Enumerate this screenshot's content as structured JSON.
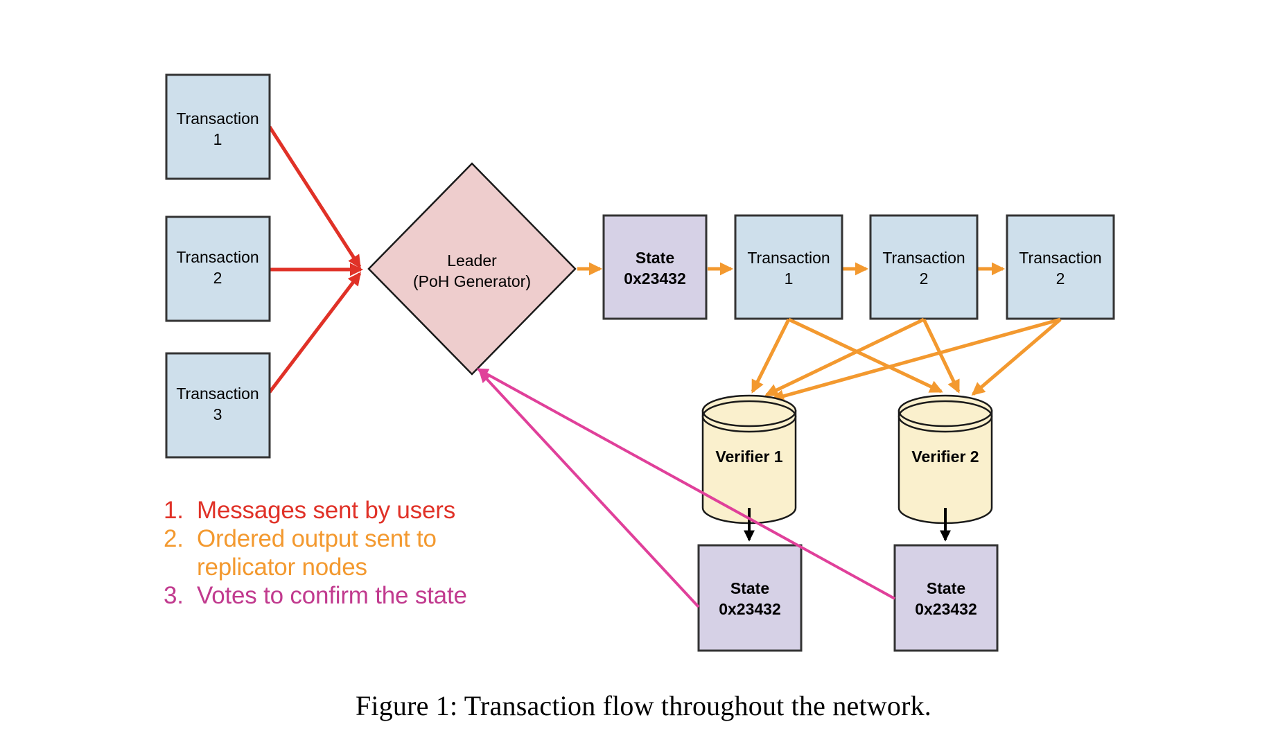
{
  "figure": {
    "caption": "Figure 1:  Transaction flow throughout the network."
  },
  "colors": {
    "transaction_fill": "#cedfeb",
    "transaction_stroke": "#333333",
    "leader_fill": "#eecdcd",
    "leader_stroke": "#1a1a1a",
    "state_fill": "#d6d1e6",
    "state_stroke": "#333333",
    "verifier_fill": "#faf0cd",
    "verifier_stroke": "#1a1a1a",
    "arrow_messages": "#e03127",
    "arrow_ordered_output": "#f3992f",
    "arrow_votes": "#e0409a",
    "arrow_black": "#000000",
    "background": "#ffffff"
  },
  "inputs": {
    "transactions": [
      {
        "line1": "Transaction",
        "line2": "1"
      },
      {
        "line1": "Transaction",
        "line2": "2"
      },
      {
        "line1": "Transaction",
        "line2": "3"
      }
    ]
  },
  "leader": {
    "line1": "Leader",
    "line2": "(PoH Generator)"
  },
  "ledger": {
    "state": {
      "line1": "State",
      "line2": "0x23432"
    },
    "entries": [
      {
        "line1": "Transaction",
        "line2": "1"
      },
      {
        "line1": "Transaction",
        "line2": "2"
      },
      {
        "line1": "Transaction",
        "line2": "2"
      }
    ]
  },
  "verifiers": [
    {
      "label": "Verifier 1"
    },
    {
      "label": "Verifier 2"
    }
  ],
  "verified_states": [
    {
      "line1": "State",
      "line2": "0x23432"
    },
    {
      "line1": "State",
      "line2": "0x23432"
    }
  ],
  "legend": {
    "items": [
      {
        "num": "1.",
        "text": "Messages sent by users",
        "color": "#e03127"
      },
      {
        "num": "2.",
        "text": "Ordered output sent to",
        "text2": "replicator nodes",
        "color": "#f3992f"
      },
      {
        "num": "3.",
        "text": "Votes to confirm the state",
        "color": "#c13a8e"
      }
    ]
  }
}
